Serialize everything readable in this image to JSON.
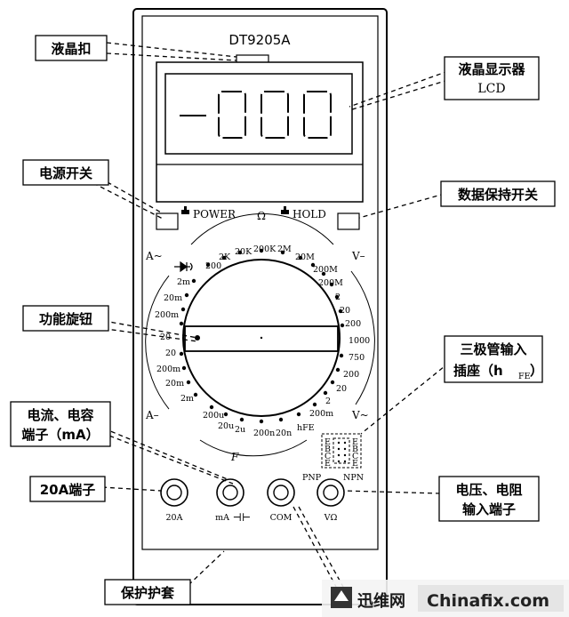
{
  "model": "DT9205A",
  "lcd_display": "-000",
  "labels": {
    "lcd_clip": "液晶扣",
    "lcd_display": "液晶显示器",
    "lcd_en": "LCD",
    "power_switch": "电源开关",
    "hold_switch": "数据保持开关",
    "rotary_knob": "功能旋钮",
    "transistor_socket_1": "三极管输入",
    "transistor_socket_2": "插座（h",
    "transistor_socket_sub": "FE",
    "transistor_socket_3": "）",
    "current_cap_1": "电流、电容",
    "current_cap_2": "端子（mA）",
    "terminal_20a": "20A端子",
    "voltage_res_1": "电压、电阻",
    "voltage_res_2": "输入端子",
    "protective_case": "保护护套"
  },
  "panel": {
    "power": "POWER",
    "omega": "Ω",
    "hold": "HOLD",
    "a_ac_top": "A~",
    "v_dc_top": "V–",
    "a_dc_bottom": "A–",
    "v_ac_bottom": "V~",
    "f_label": "F",
    "pnp": "PNP",
    "npn": "NPN",
    "ebce_left": [
      "E",
      "B",
      "C",
      "E"
    ],
    "ebce_right": [
      "E",
      "B",
      "C",
      "E"
    ]
  },
  "dial": {
    "ohm_top": [
      "200",
      "2K",
      "20K",
      "200K",
      "2M",
      "20M"
    ],
    "right_upper": [
      "200M",
      "200M",
      "2",
      "20",
      "200",
      "1000"
    ],
    "right_lower": [
      "750",
      "200",
      "20",
      "2",
      "200m"
    ],
    "left_upper": [
      "2m",
      "20m",
      "200m",
      "20"
    ],
    "left_lower": [
      "20",
      "200m",
      "20m",
      "2m"
    ],
    "bottom": [
      "200u",
      "20u",
      "2u",
      "200n",
      "20n",
      "hFE"
    ]
  },
  "jacks": {
    "a20": "20A",
    "ma": "mA",
    "cap_symbol": "⊣⊢",
    "com": "COM",
    "vohm": "VΩ"
  },
  "watermark": {
    "cn": "迅维网",
    "en": "Chinafix.com"
  }
}
